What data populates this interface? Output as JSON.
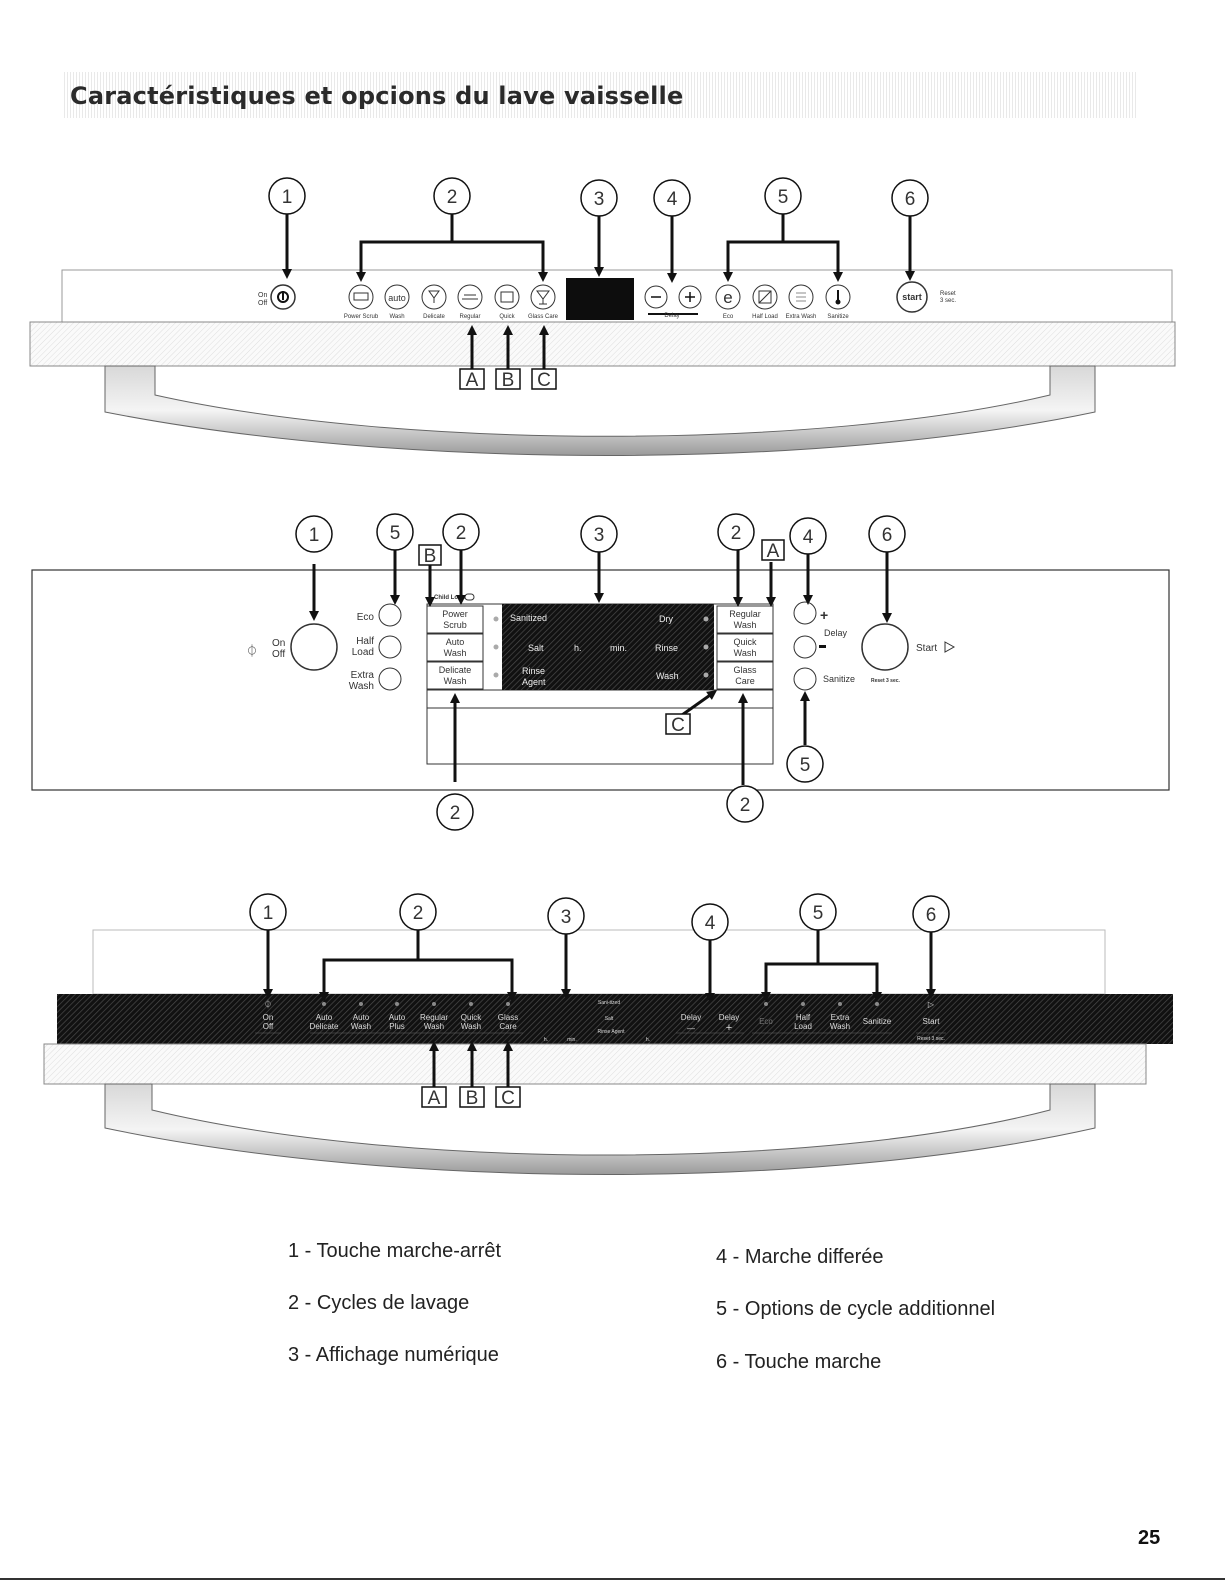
{
  "title": "Caractéristiques et opcions du lave vaisselle",
  "callouts": {
    "n1": "1",
    "n2": "2",
    "n3": "3",
    "n4": "4",
    "n5": "5",
    "n6": "6",
    "a": "A",
    "b": "B",
    "c": "C"
  },
  "panel1": {
    "on": "On",
    "off": "Off",
    "power_scrub": "Power Scrub",
    "auto_icon": "auto",
    "wash": "Wash",
    "delicate": "Delicate",
    "regular": "Regular",
    "quick": "Quick",
    "glass_care": "Glass Care",
    "delay": "Delay",
    "eco": "Eco",
    "half_load": "Half Load",
    "extra_wash": "Extra Wash",
    "sanitize": "Sanitize",
    "start": "start",
    "reset": "Reset",
    "reset_time": "3 sec."
  },
  "panel2": {
    "on": "On",
    "off": "Off",
    "eco": "Eco",
    "half": "Half",
    "load": "Load",
    "extra": "Extra",
    "wash": "Wash",
    "child_lock": "Child Lock",
    "power": "Power",
    "scrub": "Scrub",
    "auto": "Auto",
    "delicate": "Delicate",
    "sanitized": "Sanitized",
    "salt": "Salt",
    "rinse": "Rinse",
    "agent": "Agent",
    "h": "h.",
    "min": "min.",
    "dry": "Dry",
    "rinse_r": "Rinse",
    "wash_r": "Wash",
    "regular": "Regular",
    "quick": "Quick",
    "glass": "Glass",
    "care": "Care",
    "delay": "Delay",
    "sanitize": "Sanitize",
    "start": "Start",
    "reset": "Reset 3 sec."
  },
  "panel3": {
    "on": "On",
    "off": "Off",
    "auto": "Auto",
    "delicate": "Delicate",
    "wash": "Wash",
    "plus": "Plus",
    "regular": "Regular",
    "quick": "Quick",
    "glass": "Glass",
    "care": "Care",
    "sanitized": "Sani-tized",
    "salt": "Salt",
    "rinse_agent": "Rinse Agent",
    "h": "h.",
    "min": "min.",
    "delay": "Delay",
    "minus_sign": "—",
    "plus_sign": "+",
    "eco": "Eco",
    "half": "Half",
    "load": "Load",
    "extra": "Extra",
    "sanitize": "Sanitize",
    "start": "Start",
    "reset": "Reset 3 sec."
  },
  "legend": {
    "item1": "1 - Touche marche-arrêt",
    "item2": "2 - Cycles de lavage",
    "item3": "3 - Affichage numérique",
    "item4": "4 - Marche differée",
    "item5": "5 - Options de cycle additionnel",
    "item6": "6 - Touche marche"
  },
  "page_number": "25"
}
